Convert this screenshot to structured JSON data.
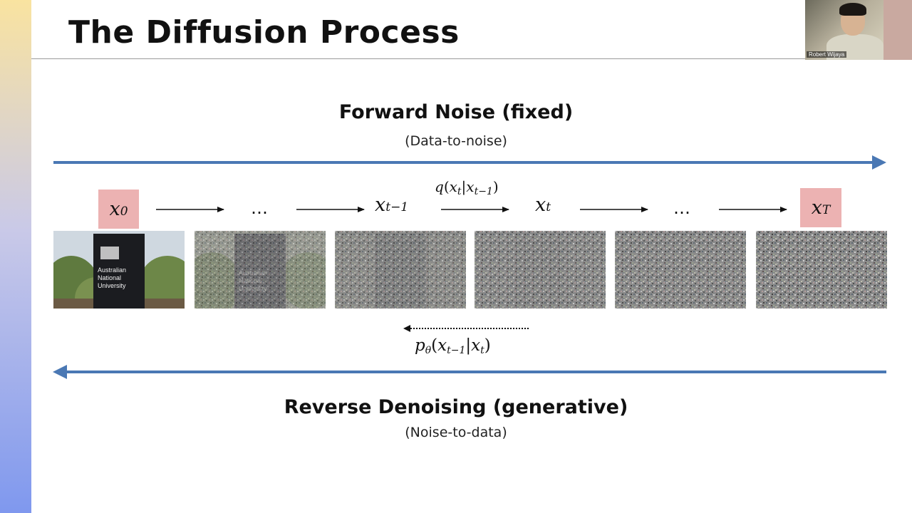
{
  "slide": {
    "title": "The Diffusion Process"
  },
  "webcam": {
    "participant_name": "Robert Wijaya"
  },
  "forward": {
    "heading": "Forward Noise (fixed)",
    "subheading": "(Data-to-noise)"
  },
  "reverse": {
    "heading": "Reverse Denoising (generative)",
    "subheading": "(Noise-to-data)"
  },
  "sequence": {
    "states": [
      "x0",
      "…",
      "x(t−1)",
      "x(t)",
      "…",
      "xT"
    ],
    "forward_transition": "q(xt|xt−1)",
    "reverse_transition": "pθ(xt−1|xt)",
    "highlight_color": "#ecb2b2"
  },
  "images": {
    "sign_text": [
      "Australian",
      "National",
      "University"
    ],
    "noise_levels": [
      0,
      0.35,
      0.6,
      0.75,
      0.88,
      0.97
    ]
  },
  "colors": {
    "arrow_blue": "#4a78b4"
  }
}
